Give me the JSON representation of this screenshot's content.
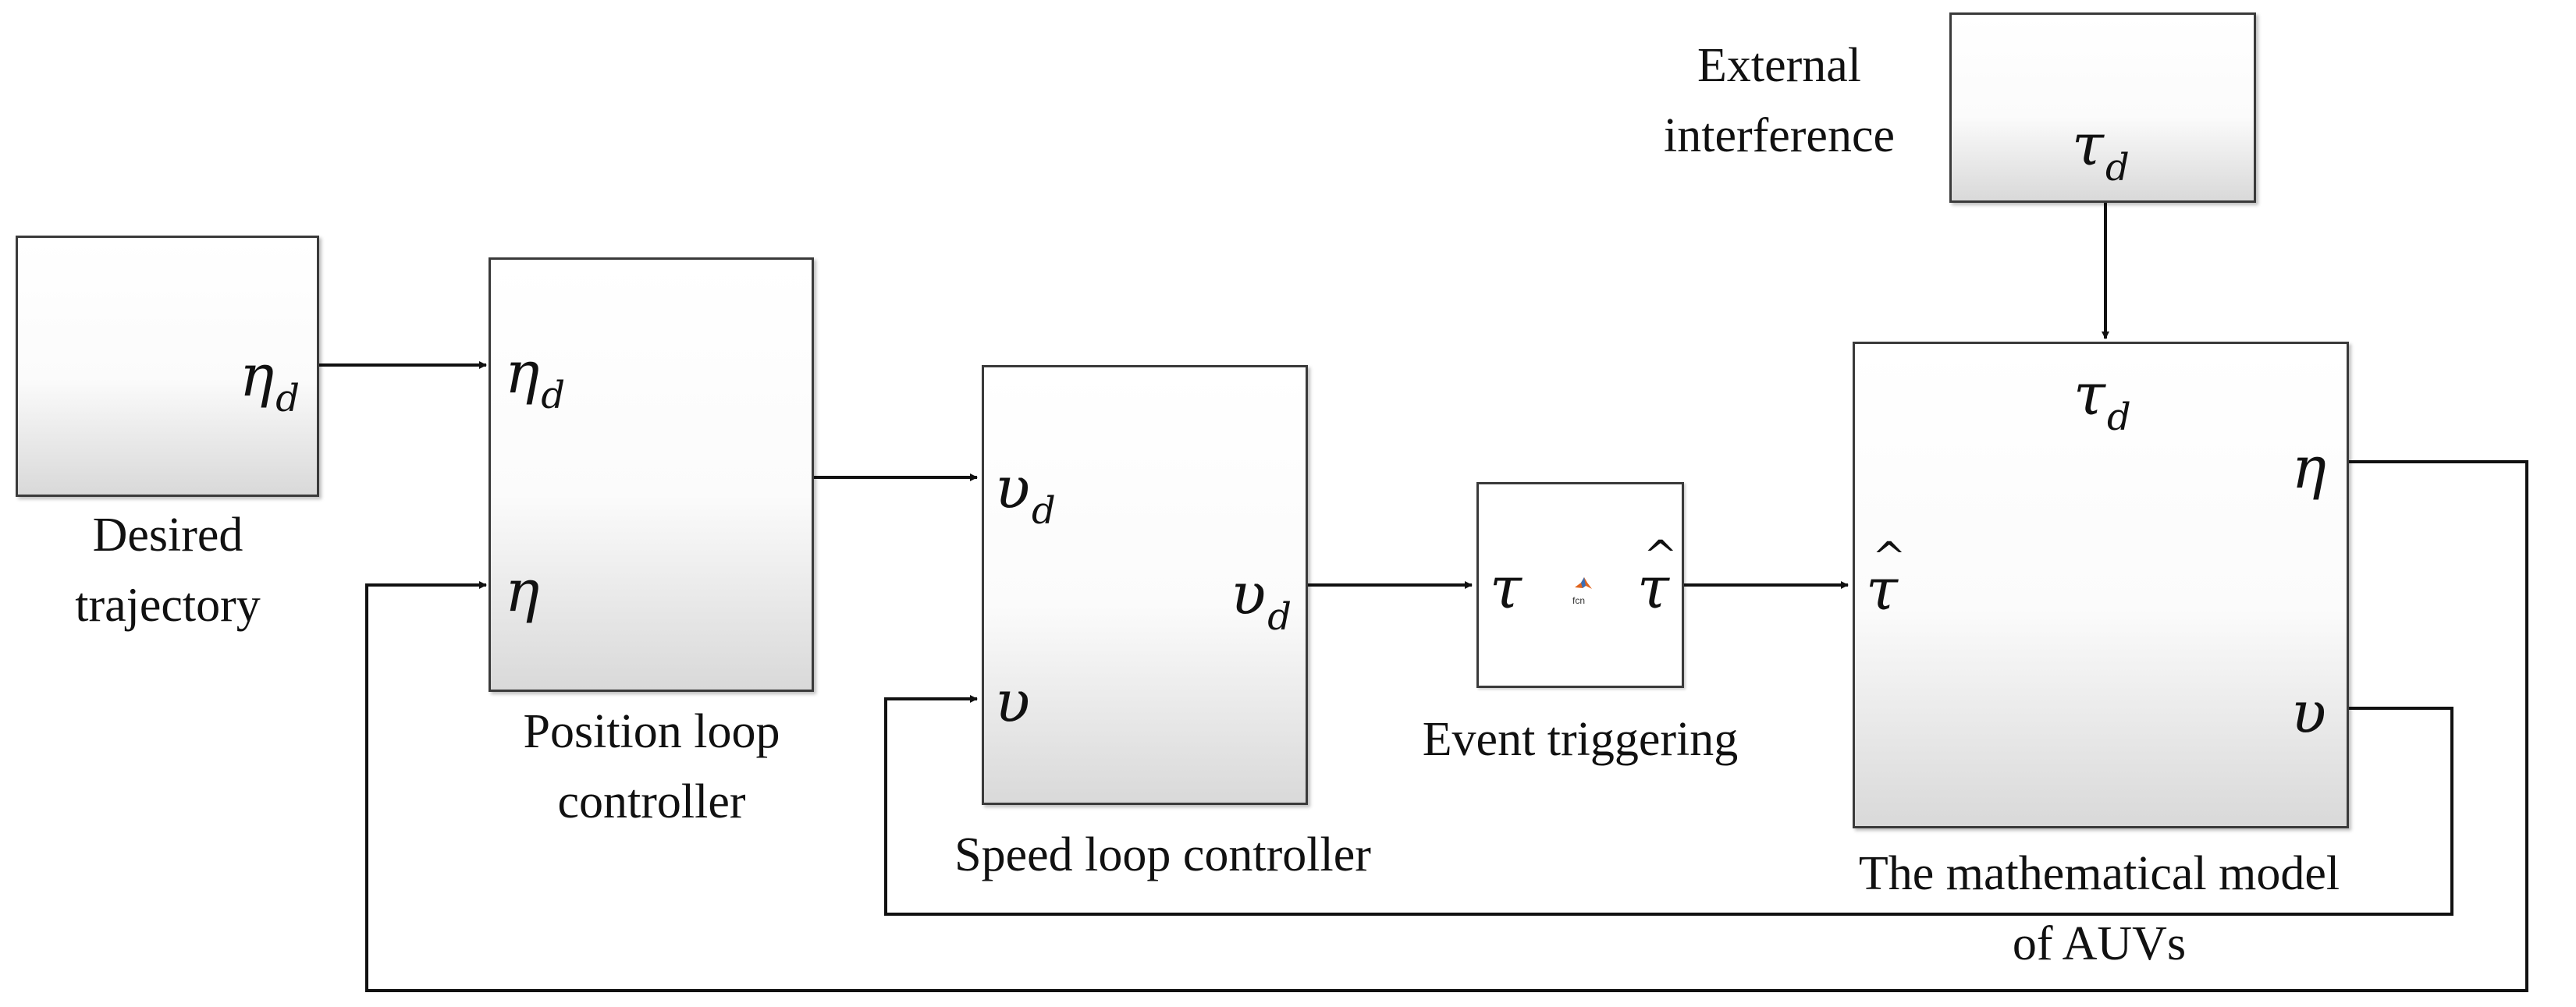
{
  "blocks": {
    "desired_trajectory": {
      "caption_line1": "Desired",
      "caption_line2": "trajectory",
      "out_port": "η",
      "out_sub": "d"
    },
    "position_loop": {
      "caption_line1": "Position loop",
      "caption_line2": "controller",
      "in1": "η",
      "in1_sub": "d",
      "in2": "η"
    },
    "speed_loop": {
      "caption": "Speed loop controller",
      "in1": "υ",
      "in1_sub": "d",
      "in2": "υ",
      "out": "υ",
      "out_sub": "d"
    },
    "event_trigger": {
      "caption": "Event triggering",
      "in": "τ",
      "out": "τ",
      "fcn_label": "fcn"
    },
    "auv_model": {
      "caption_line1": "The mathematical model",
      "caption_line2": "of AUVs",
      "top_in": "τ",
      "top_in_sub": "d",
      "in": "τ",
      "out1": "η",
      "out2": "υ"
    },
    "external_interference": {
      "caption_line1": "External",
      "caption_line2": "interference",
      "out": "τ",
      "out_sub": "d"
    }
  },
  "colors": {
    "wire": "#111111",
    "block_border": "#3a3a3a",
    "block_gradient_bottom": "#d9d9d9"
  }
}
